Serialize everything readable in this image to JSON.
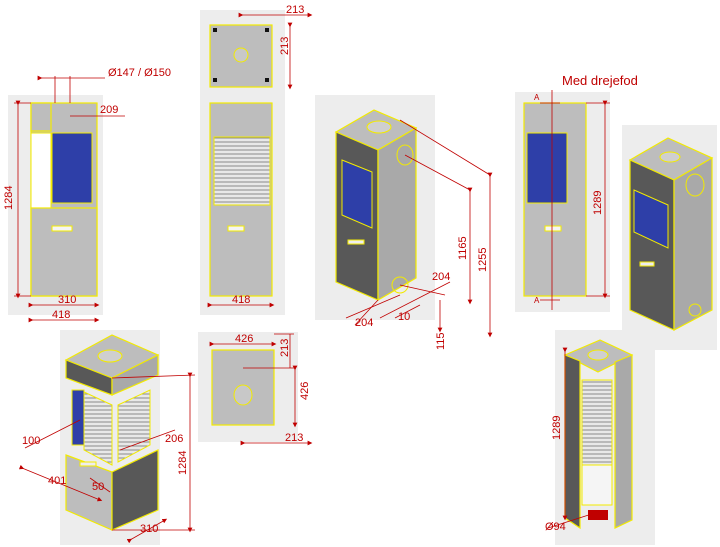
{
  "title": "Med drejefod",
  "section_marker": "A",
  "dimensions": {
    "flue": "Ø147 / Ø150",
    "d209": "209",
    "h1284_front": "1284",
    "w310_front": "310",
    "w418_front": "418",
    "top_213_w": "213",
    "top_213_h": "213",
    "w418_back": "418",
    "h1165": "1165",
    "h1255": "1255",
    "d204_a": "204",
    "d204_b": "204",
    "d10": "10",
    "d115": "115",
    "h1289_side": "1289",
    "w426_top": "426",
    "t213_a": "213",
    "h426_right": "426",
    "t213_b": "213",
    "d100": "100",
    "d206": "206",
    "h1284_iso": "1284",
    "d401": "401",
    "d50": "50",
    "d310_iso": "310",
    "h1289_cut": "1289",
    "d94": "Ø94"
  }
}
